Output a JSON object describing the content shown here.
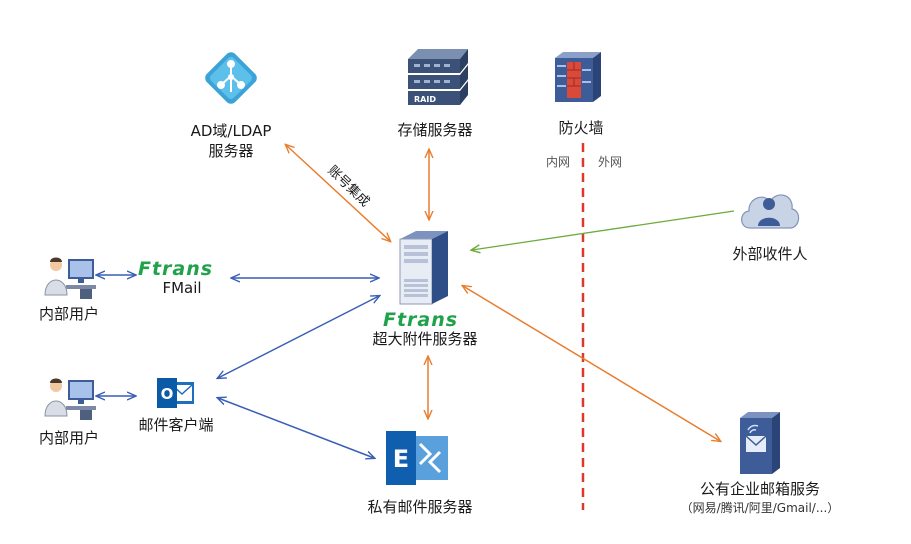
{
  "nodes": {
    "ad": {
      "title": "AD域/LDAP",
      "subtitle": "服务器"
    },
    "storage": {
      "title": "存储服务器",
      "device_text": "RAID"
    },
    "firewall": {
      "title": "防火墙",
      "inner_net": "内网",
      "outer_net": "外网"
    },
    "external": {
      "title": "外部收件人"
    },
    "fmail_user": {
      "title": "内部用户"
    },
    "fmail": {
      "brand": "Ftrans",
      "title": "FMail"
    },
    "central": {
      "brand": "Ftrans",
      "title": "超大附件服务器"
    },
    "outlook_user": {
      "title": "内部用户"
    },
    "outlook": {
      "title": "邮件客户端",
      "icon_letter": "O"
    },
    "exchange": {
      "title": "私有邮件服务器",
      "icon_letter": "E"
    },
    "public_mail": {
      "title": "公有企业邮箱服务",
      "subtitle": "（网易/腾讯/阿里/Gmail/...）"
    }
  },
  "edges": {
    "account_integration": "账号集成"
  },
  "colors": {
    "orange": "#e87d2e",
    "blue": "#3a5fb5",
    "green": "#6aaa3a",
    "firewall_line": "#d93a2b",
    "brand_green": "#1fa24a"
  }
}
